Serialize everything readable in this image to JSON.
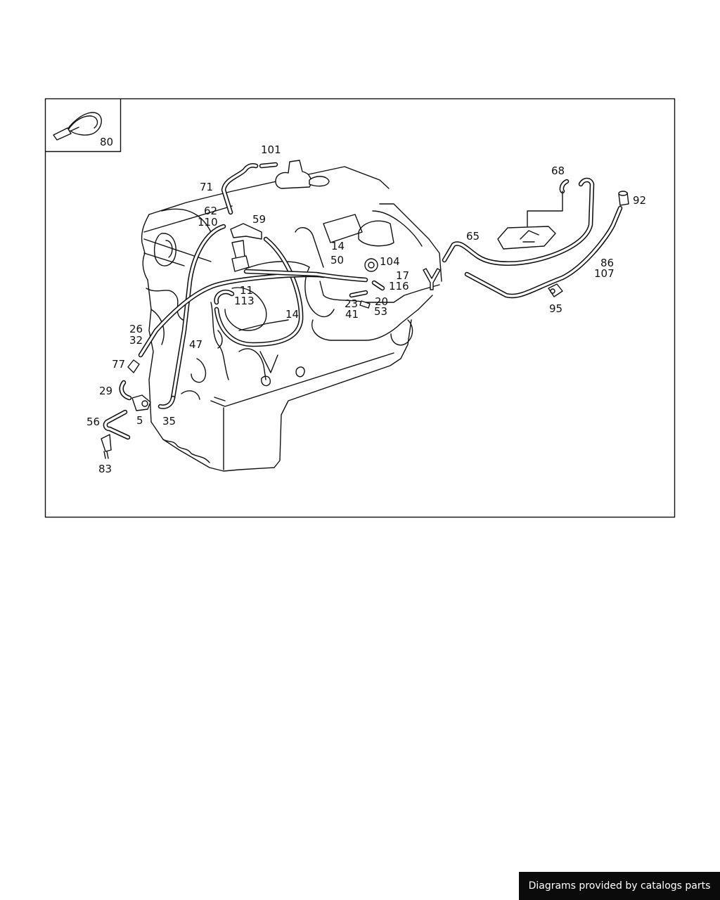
{
  "diagram": {
    "callouts": [
      {
        "id": "c80",
        "label": "80"
      },
      {
        "id": "c101",
        "label": "101"
      },
      {
        "id": "c71",
        "label": "71"
      },
      {
        "id": "c62",
        "label": "62"
      },
      {
        "id": "c110",
        "label": "110"
      },
      {
        "id": "c59",
        "label": "59"
      },
      {
        "id": "c14a",
        "label": "14"
      },
      {
        "id": "c50",
        "label": "50"
      },
      {
        "id": "c104",
        "label": "104"
      },
      {
        "id": "c17",
        "label": "17"
      },
      {
        "id": "c116",
        "label": "116"
      },
      {
        "id": "c11",
        "label": "11"
      },
      {
        "id": "c113",
        "label": "113"
      },
      {
        "id": "c14b",
        "label": "14"
      },
      {
        "id": "c23",
        "label": "23"
      },
      {
        "id": "c20",
        "label": "20"
      },
      {
        "id": "c41",
        "label": "41"
      },
      {
        "id": "c53",
        "label": "53"
      },
      {
        "id": "c26",
        "label": "26"
      },
      {
        "id": "c32",
        "label": "32"
      },
      {
        "id": "c47",
        "label": "47"
      },
      {
        "id": "c77",
        "label": "77"
      },
      {
        "id": "c29",
        "label": "29"
      },
      {
        "id": "c56",
        "label": "56"
      },
      {
        "id": "c5",
        "label": "5"
      },
      {
        "id": "c35",
        "label": "35"
      },
      {
        "id": "c83",
        "label": "83"
      },
      {
        "id": "c68",
        "label": "68"
      },
      {
        "id": "c92",
        "label": "92"
      },
      {
        "id": "c65",
        "label": "65"
      },
      {
        "id": "c86",
        "label": "86"
      },
      {
        "id": "c107",
        "label": "107"
      },
      {
        "id": "c95",
        "label": "95"
      }
    ]
  },
  "footer": {
    "credit": "Diagrams provided by catalogs parts"
  }
}
